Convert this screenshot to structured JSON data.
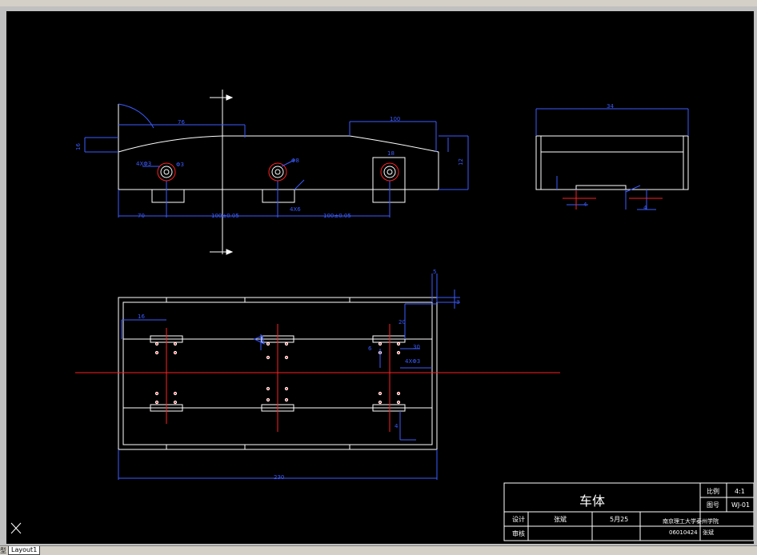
{
  "statusbar": {
    "prefix": "型",
    "layout_tab": "Layout1"
  },
  "title_block": {
    "part_name": "车体",
    "scale_label": "比例",
    "scale_value": "4:1",
    "drawing_no_label": "图号",
    "drawing_no_value": "WJ-01",
    "designer_label": "设计",
    "designer_name": "张斌",
    "date": "5月25",
    "reviewer_label": "审核",
    "school": "南京理工大学泰州学院",
    "class_id": "06010424",
    "class_name": "张斌"
  },
  "dimensions": {
    "side_total": "76",
    "side_right": "100",
    "side_height": "12",
    "side_left_offset": "16",
    "hole_left": "4XΦ3",
    "hole_mid": "Φ3",
    "hole_mid2": "Φ8",
    "hole_right": "18",
    "slot_label": "4X6",
    "spacing_left": "70",
    "spacing_a": "100±0.05",
    "spacing_b": "100±0.05",
    "end_width": "34",
    "end_dim_a": "4",
    "end_dim_b": "4",
    "plan_total": "230",
    "plan_left": "16",
    "plan_top": "20",
    "plan_right_a": "30",
    "plan_right_b": "5",
    "plan_note": "4XΦ3",
    "plan_right_c": "6",
    "plan_right_d": "3",
    "plan_right_e": "4"
  },
  "colors": {
    "outline": "#ffffff",
    "dimension": "#3b5bff",
    "centerline": "#ff2020",
    "canvas": "#000000"
  }
}
